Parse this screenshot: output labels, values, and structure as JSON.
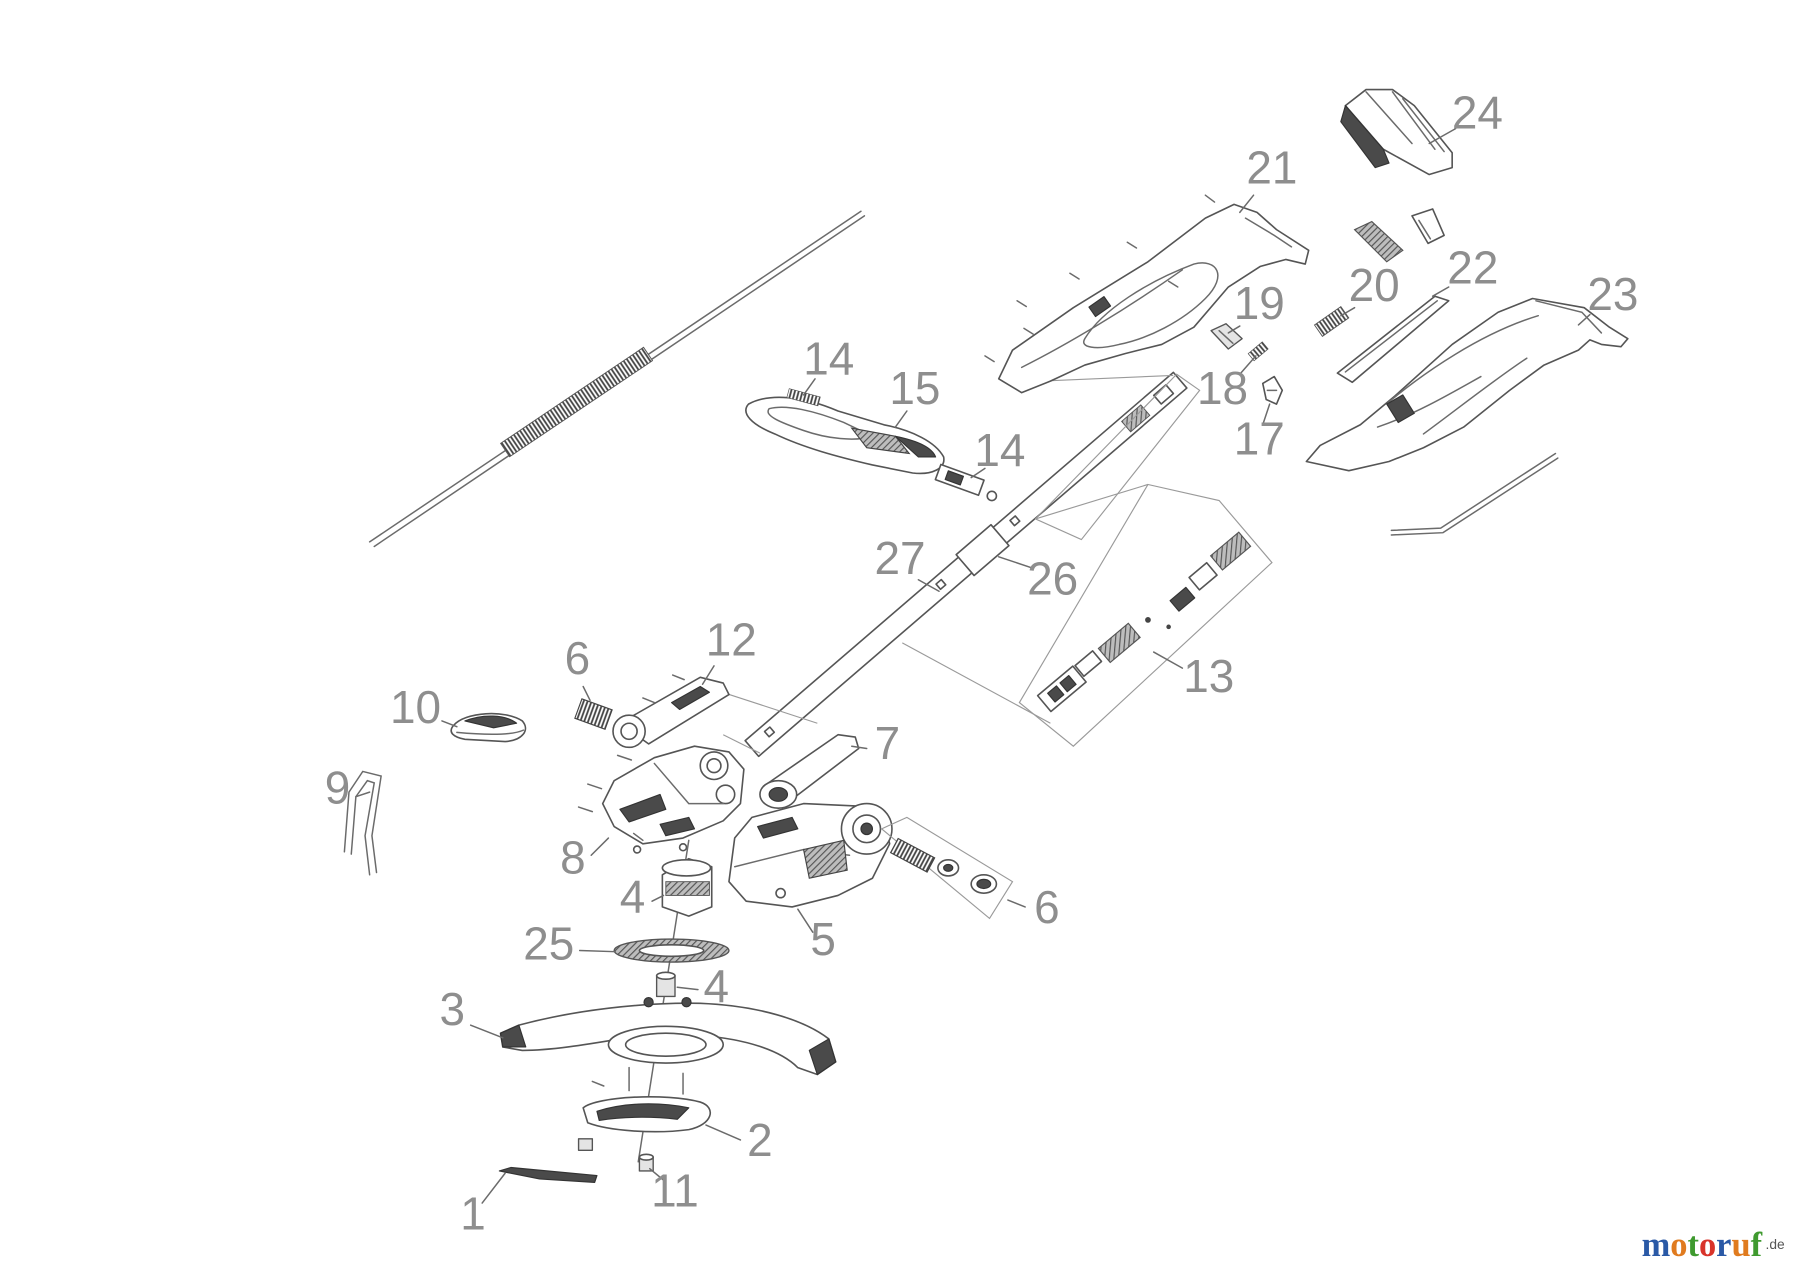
{
  "callouts": [
    "24",
    "21",
    "20",
    "22",
    "23",
    "19",
    "18",
    "17",
    "14",
    "15",
    "14",
    "27",
    "26",
    "13",
    "12",
    "6",
    "10",
    "9",
    "7",
    "8",
    "4",
    "6",
    "5",
    "25",
    "4",
    "3",
    "2",
    "1",
    "11"
  ],
  "watermark": {
    "text": "motoruf",
    "suffix": ".de",
    "letter_colors": [
      "#2a59a6",
      "#e07b1f",
      "#3f9a2f",
      "#d8332a",
      "#2a59a6",
      "#e07b1f",
      "#3f9a2f"
    ]
  },
  "colors": {
    "line": "#6b6b6b",
    "label": "#8e8e8e",
    "background": "#ffffff"
  }
}
